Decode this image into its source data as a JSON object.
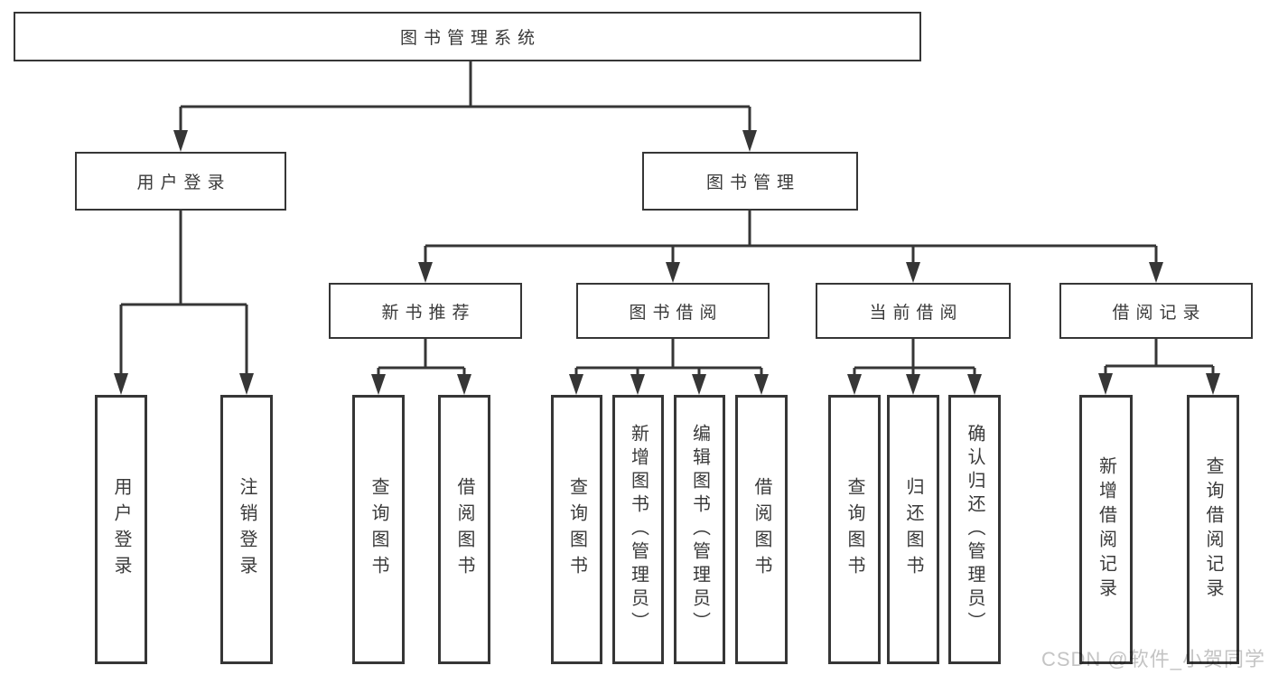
{
  "diagram": {
    "title": "图书管理系统",
    "type": "hierarchy-tree",
    "colors": {
      "line": "#363636",
      "text": "#3a3a3a",
      "box_fill": "#ffffff",
      "watermark_text_color": "#c4c4c4"
    },
    "watermark": "CSDN @软件_小贺同学"
  },
  "tree": {
    "root": {
      "id": "root",
      "label": "图书管理系统"
    },
    "level2": [
      {
        "id": "user-login",
        "label": "用户登录",
        "parent": "root"
      },
      {
        "id": "book-mgmt",
        "label": "图书管理",
        "parent": "root"
      }
    ],
    "level3": [
      {
        "id": "new-book-rec",
        "label": "新书推荐",
        "parent": "book-mgmt"
      },
      {
        "id": "book-borrow",
        "label": "图书借阅",
        "parent": "book-mgmt"
      },
      {
        "id": "current-borrow",
        "label": "当前借阅",
        "parent": "book-mgmt"
      },
      {
        "id": "borrow-records",
        "label": "借阅记录",
        "parent": "book-mgmt"
      }
    ],
    "leaves": [
      {
        "id": "leaf-user-login",
        "label": "用户登录",
        "parent": "user-login"
      },
      {
        "id": "leaf-logout",
        "label": "注销登录",
        "parent": "user-login"
      },
      {
        "id": "leaf-query-book-1",
        "label": "查询图书",
        "parent": "new-book-rec"
      },
      {
        "id": "leaf-borrow-book-1",
        "label": "借阅图书",
        "parent": "new-book-rec"
      },
      {
        "id": "leaf-query-book-2",
        "label": "查询图书",
        "parent": "book-borrow"
      },
      {
        "id": "leaf-add-book",
        "label": "新增图书（管理员）",
        "parent": "book-borrow"
      },
      {
        "id": "leaf-edit-book",
        "label": "编辑图书（管理员）",
        "parent": "book-borrow"
      },
      {
        "id": "leaf-borrow-book-2",
        "label": "借阅图书",
        "parent": "book-borrow"
      },
      {
        "id": "leaf-query-book-3",
        "label": "查询图书",
        "parent": "current-borrow"
      },
      {
        "id": "leaf-return-book",
        "label": "归还图书",
        "parent": "current-borrow"
      },
      {
        "id": "leaf-confirm-return",
        "label": "确认归还（管理员）",
        "parent": "current-borrow"
      },
      {
        "id": "leaf-add-borrow-record",
        "label": "新增借阅记录",
        "parent": "borrow-records"
      },
      {
        "id": "leaf-query-borrow-record",
        "label": "查询借阅记录",
        "parent": "borrow-records"
      }
    ]
  }
}
